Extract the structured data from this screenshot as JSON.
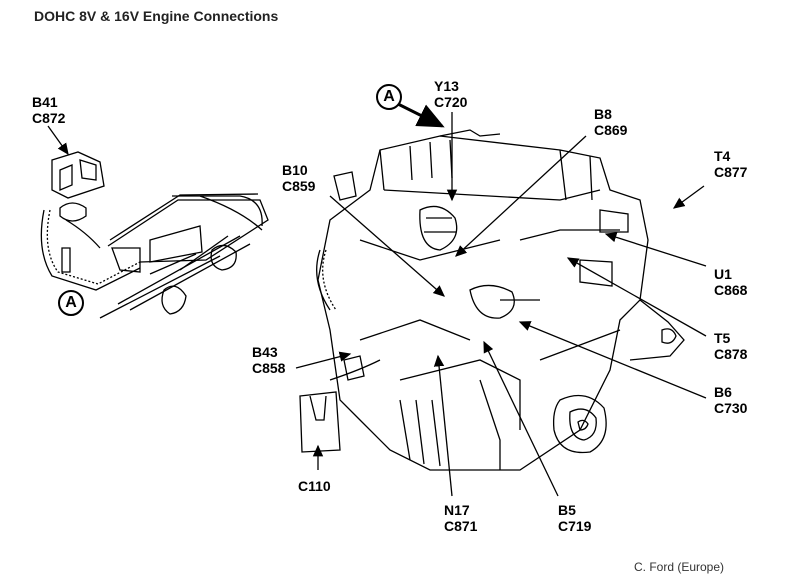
{
  "title": "DOHC 8V & 16V Engine Connections",
  "credit": "C. Ford (Europe)",
  "view_marker": "A",
  "callouts": [
    {
      "component": "B41",
      "connector": "C872"
    },
    {
      "component": "Y13",
      "connector": "C720"
    },
    {
      "component": "B8",
      "connector": "C869"
    },
    {
      "component": "B10",
      "connector": "C859"
    },
    {
      "component": "T4",
      "connector": "C877"
    },
    {
      "component": "U1",
      "connector": "C868"
    },
    {
      "component": "T5",
      "connector": "C878"
    },
    {
      "component": "B6",
      "connector": "C730"
    },
    {
      "component": "B43",
      "connector": "C858"
    },
    {
      "component": "",
      "connector": "C110"
    },
    {
      "component": "N17",
      "connector": "C871"
    },
    {
      "component": "B5",
      "connector": "C719"
    }
  ]
}
